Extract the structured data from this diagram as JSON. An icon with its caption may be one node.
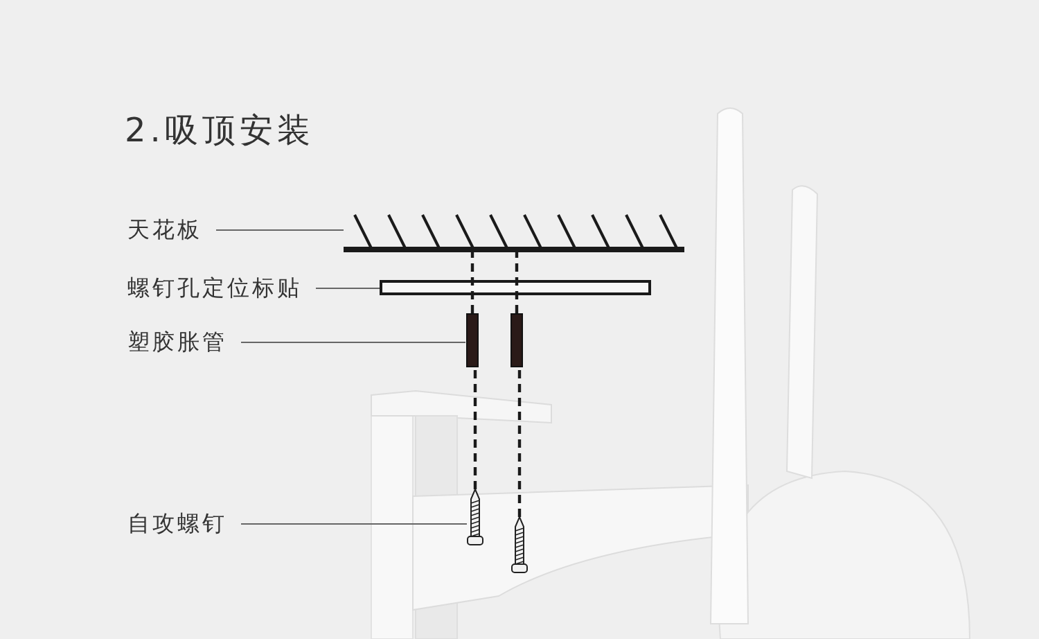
{
  "diagram": {
    "title": "2.吸顶安装",
    "nodes": [
      {
        "text": [
          "天花板"
        ]
      },
      {
        "text": [],
        "shape": "picture"
      },
      {
        "text": [
          "螺钉孔定位标贴"
        ]
      },
      {
        "text": [],
        "shape": "box"
      },
      {
        "text": [
          "塑胶胀管"
        ]
      },
      {
        "text": [],
        "shape": "bar"
      },
      {
        "text": [],
        "shape": "bar"
      },
      {
        "text": [
          "自攻螺钉"
        ]
      },
      {
        "text": [],
        "shape": "picture"
      },
      {
        "text": [],
        "shape": "picture"
      }
    ],
    "edges": [
      {
        "from": 0,
        "to": 1,
        "arrow": "none"
      },
      {
        "from": 2,
        "to": 3,
        "arrow": "none"
      },
      {
        "from": 4,
        "to": 5,
        "arrow": "none"
      },
      {
        "from": 7,
        "to": 8,
        "arrow": "none"
      },
      {
        "from": 5,
        "to": 1,
        "arrow": "none",
        "style": "dashed"
      },
      {
        "from": 6,
        "to": 1,
        "arrow": "none",
        "style": "dashed"
      },
      {
        "from": 8,
        "to": 5,
        "arrow": "none",
        "style": "dashed"
      },
      {
        "from": 9,
        "to": 6,
        "arrow": "none",
        "style": "dashed"
      }
    ]
  }
}
